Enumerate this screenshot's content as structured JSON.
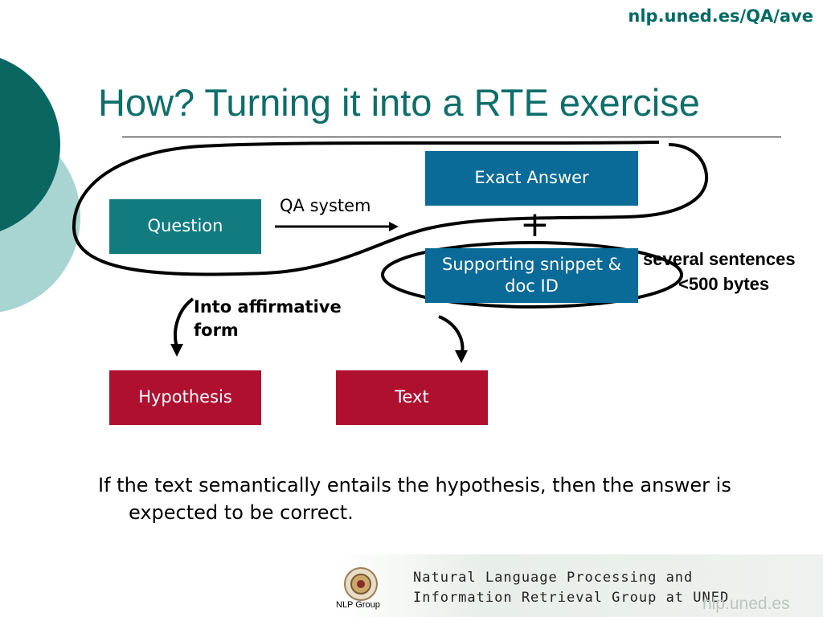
{
  "header": {
    "url": "nlp.uned.es/QA/ave"
  },
  "title": "How? Turning it into a RTE exercise",
  "diagram": {
    "question": "Question",
    "qa_system": "QA system",
    "exact_answer": "Exact Answer",
    "plus": "+",
    "supporting": "Supporting snippet & doc ID",
    "several": "several sentences",
    "bytes": "<500 bytes",
    "affirmative": "Into affirmative form",
    "hypothesis": "Hypothesis",
    "text": "Text"
  },
  "bullet": "If the text semantically entails the hypothesis, then the answer is expected to be correct.",
  "footer": {
    "line1": "Natural Language Processing and",
    "line2": "Information Retrieval Group at UNED",
    "url": "nlp.uned.es",
    "logo_label": "NLP Group"
  },
  "colors": {
    "teal": "#117b80",
    "blue": "#0a6a98",
    "red": "#b01030",
    "title": "#0e6e6a"
  }
}
